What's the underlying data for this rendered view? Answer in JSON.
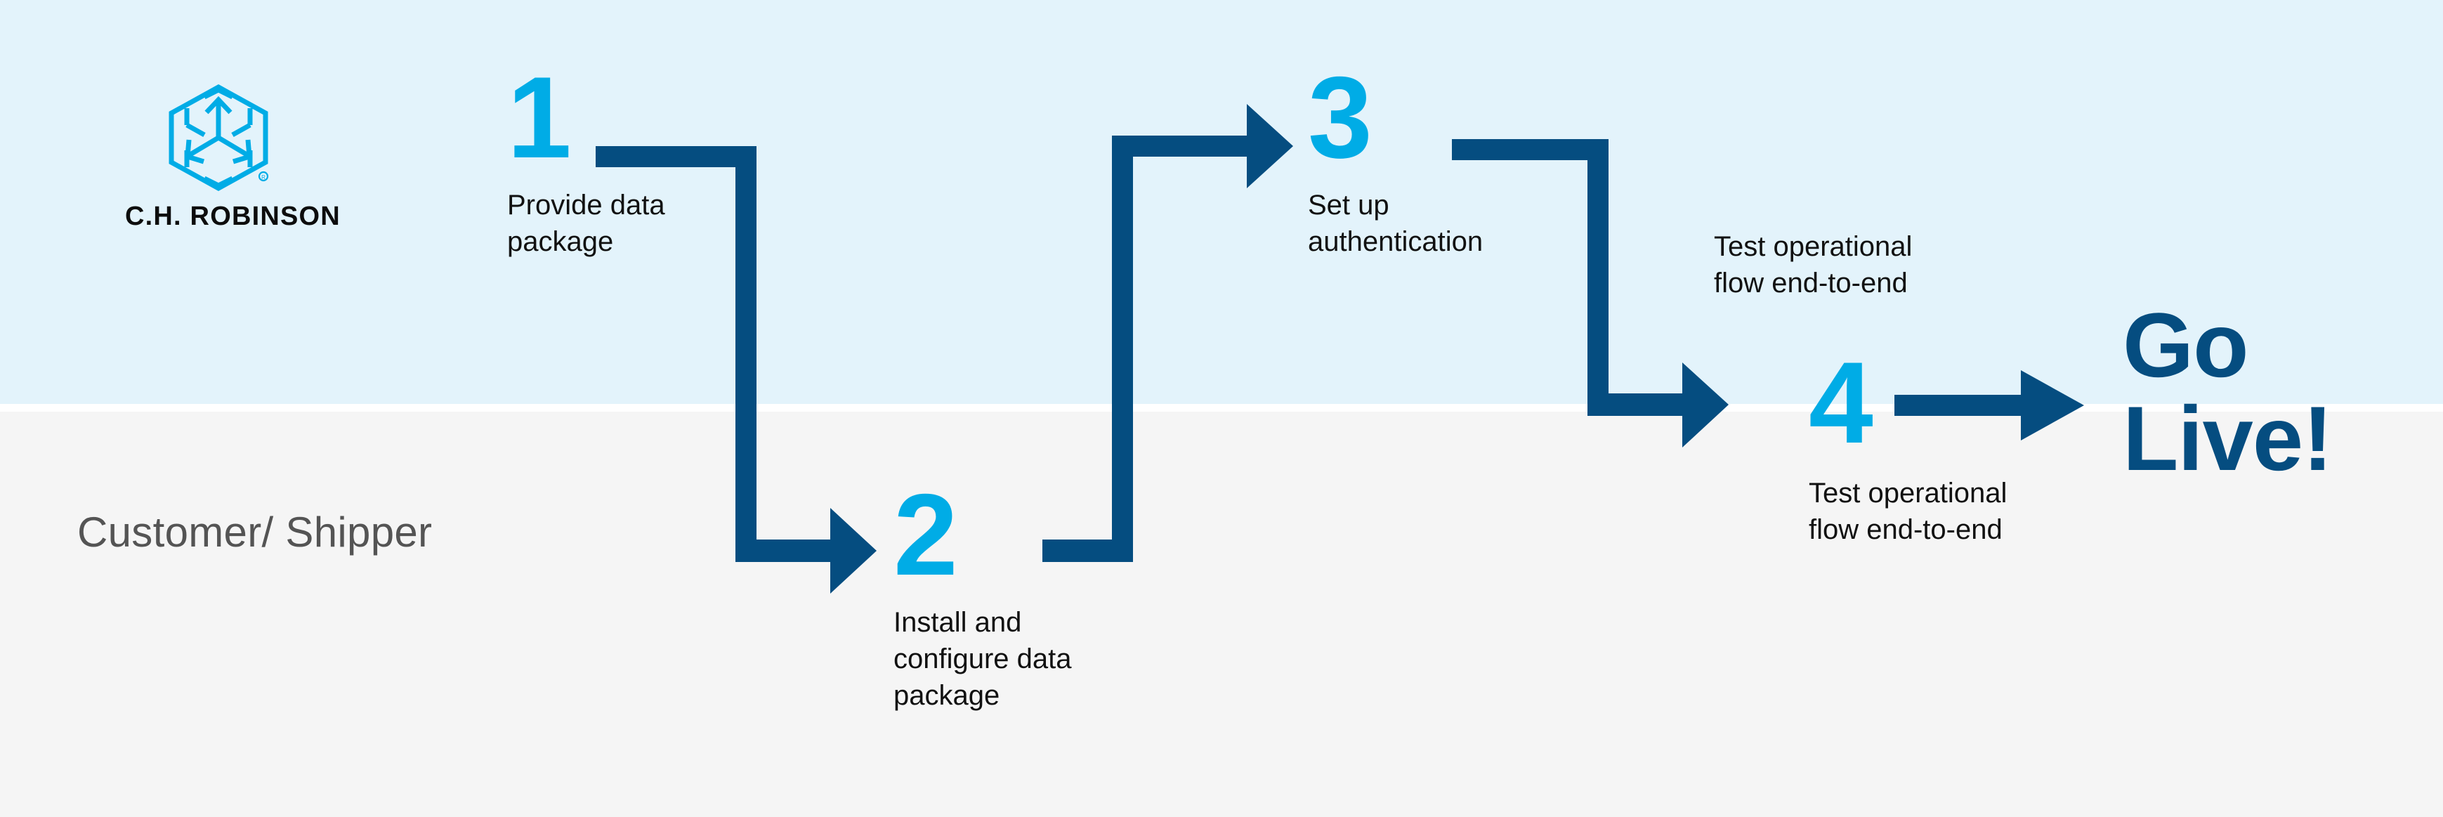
{
  "brand": {
    "name": "C.H. ROBINSON",
    "logo_icon": "hexagon-cube-arrows-logo",
    "registered_mark": "®",
    "logo_color": "#00ace6",
    "brand_dark": "#054d80"
  },
  "lanes": [
    {
      "id": "provider",
      "label": "",
      "background": "#e3f3fb"
    },
    {
      "id": "customer",
      "label": "Customer/\nShipper",
      "background": "#f5f5f5",
      "label_color": "#545454"
    }
  ],
  "diagram": {
    "type": "process-flow",
    "accent_number_color": "#00ace6",
    "connector_color": "#054d80",
    "steps": [
      {
        "number": "1",
        "label": "Provide data\npackage",
        "lane": "provider"
      },
      {
        "number": "2",
        "label": "Install and\nconfigure data\npackage",
        "lane": "customer"
      },
      {
        "number": "3",
        "label": "Set up\nauthentication",
        "lane": "provider"
      },
      {
        "number": "",
        "label": "Test operational\nflow end-to-end",
        "lane": "provider"
      },
      {
        "number": "4",
        "label": "Test operational\nflow end-to-end",
        "lane": "customer"
      }
    ],
    "outcome": {
      "label": "Go\nLive!",
      "color": "#054d80"
    },
    "connectors": [
      {
        "from": "1",
        "to": "2",
        "shape": "right-down-right",
        "arrowhead": "right"
      },
      {
        "from": "2",
        "to": "3",
        "shape": "right-up-right",
        "arrowhead": "right"
      },
      {
        "from": "3",
        "to": "4",
        "shape": "right-down-right",
        "arrowhead": "right"
      },
      {
        "from": "4",
        "to": "Go Live!",
        "shape": "right",
        "arrowhead": "right"
      }
    ]
  }
}
